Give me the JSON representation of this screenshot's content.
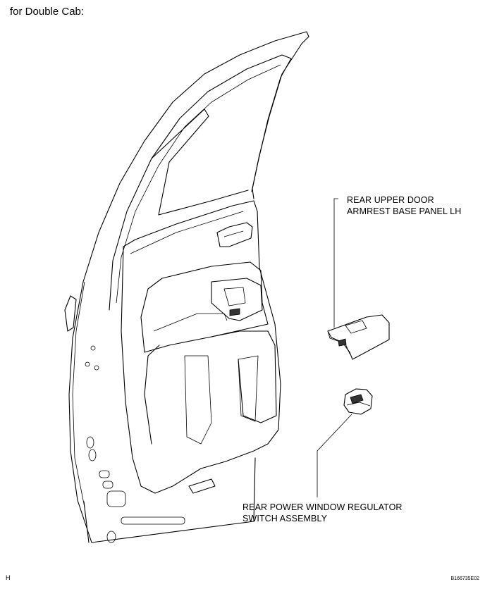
{
  "heading": "for Double Cab:",
  "callouts": {
    "armrest_panel": {
      "line1": "REAR UPPER DOOR",
      "line2": "ARMREST BASE PANEL LH"
    },
    "window_switch": {
      "line1": "REAR POWER WINDOW REGULATOR",
      "line2": "SWITCH ASSEMBLY"
    }
  },
  "corner_marks": {
    "left": "H",
    "right": "B166735E02"
  }
}
